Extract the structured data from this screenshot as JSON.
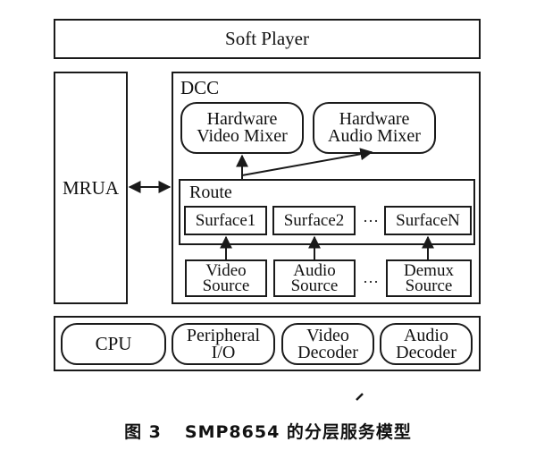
{
  "diagram": {
    "soft_player": "Soft Player",
    "mrua": "MRUA",
    "dcc": "DCC",
    "hw_video_mixer": [
      "Hardware",
      "Video Mixer"
    ],
    "hw_audio_mixer": [
      "Hardware",
      "Audio Mixer"
    ],
    "route": "Route",
    "surfaces": [
      "Surface1",
      "Surface2",
      "SurfaceN"
    ],
    "sources": [
      [
        "Video",
        "Source"
      ],
      [
        "Audio",
        "Source"
      ],
      [
        "Demux",
        "Source"
      ]
    ],
    "ellipsis": "···",
    "hardware": [
      [
        "CPU"
      ],
      [
        "Peripheral",
        "I/O"
      ],
      [
        "Video",
        "Decoder"
      ],
      [
        "Audio",
        "Decoder"
      ]
    ]
  },
  "caption": {
    "number": "图 3",
    "text": "SMP8654 的分层服务模型"
  }
}
